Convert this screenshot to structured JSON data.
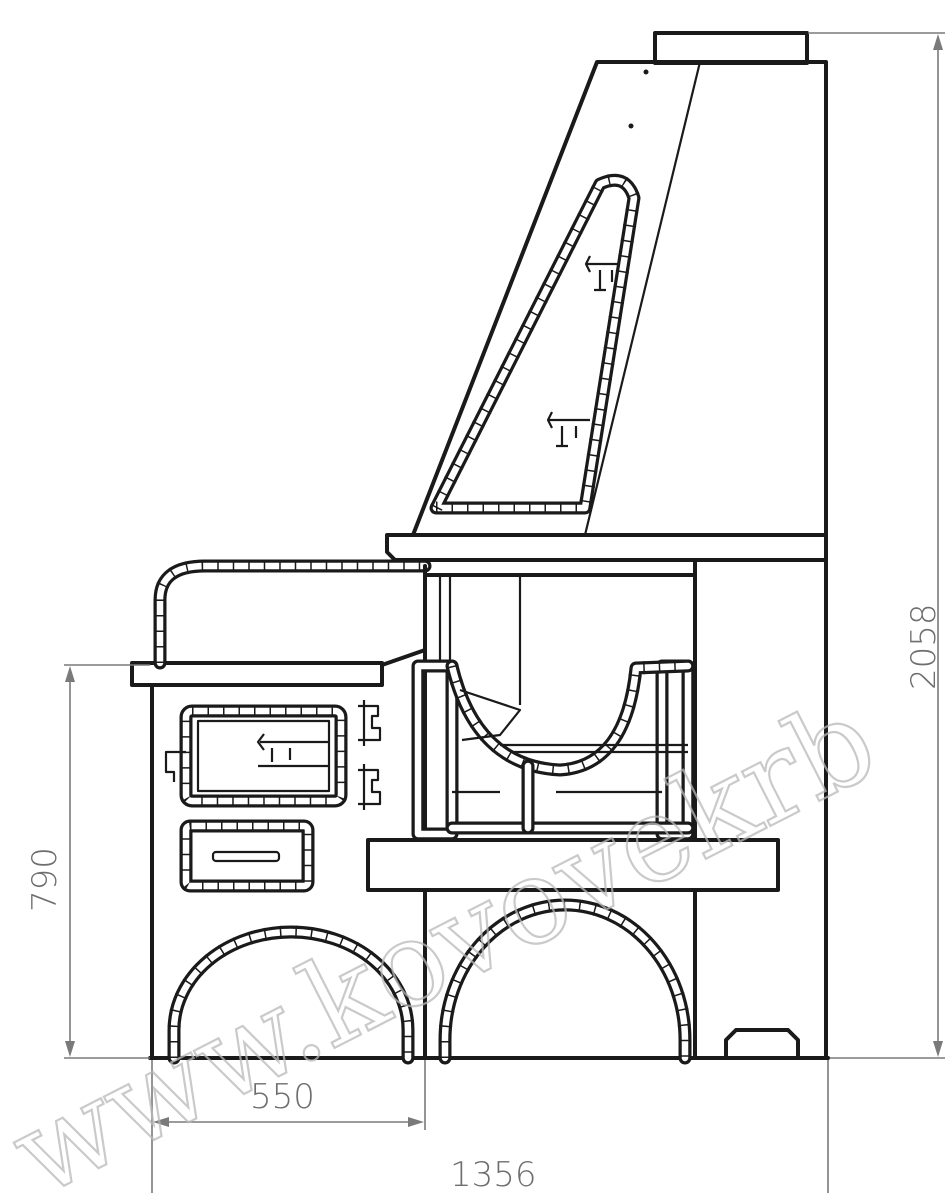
{
  "dimensions": {
    "height_total": "2058",
    "height_firebox": "790",
    "width_section": "550",
    "width_total": "1356"
  },
  "watermark": "www.kovovekrb",
  "colors": {
    "line": "#1a1a1a",
    "dimension": "#7a7a7a",
    "watermark": "#b9b9b9"
  }
}
